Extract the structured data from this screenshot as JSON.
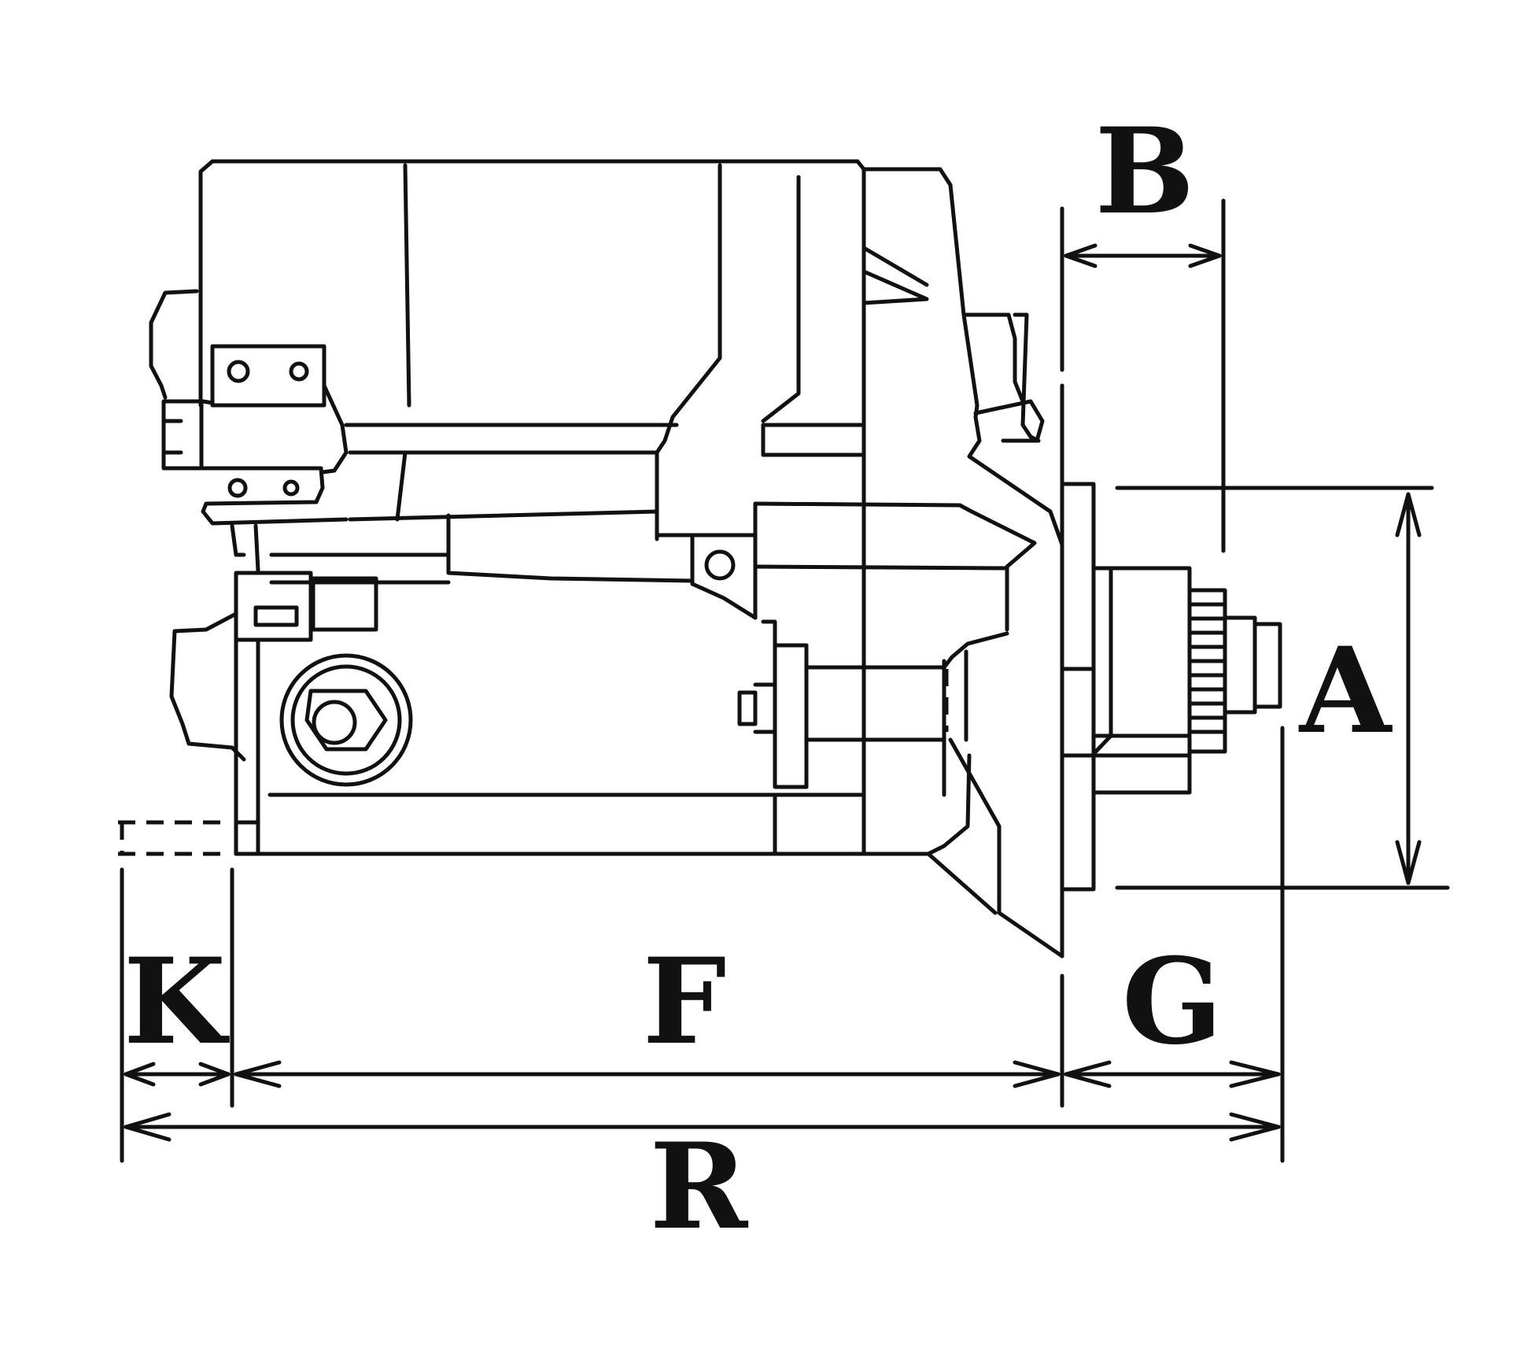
{
  "diagram": {
    "dimension_labels": {
      "a": "A",
      "b": "B",
      "f": "F",
      "g": "G",
      "k": "K",
      "r": "R"
    }
  }
}
